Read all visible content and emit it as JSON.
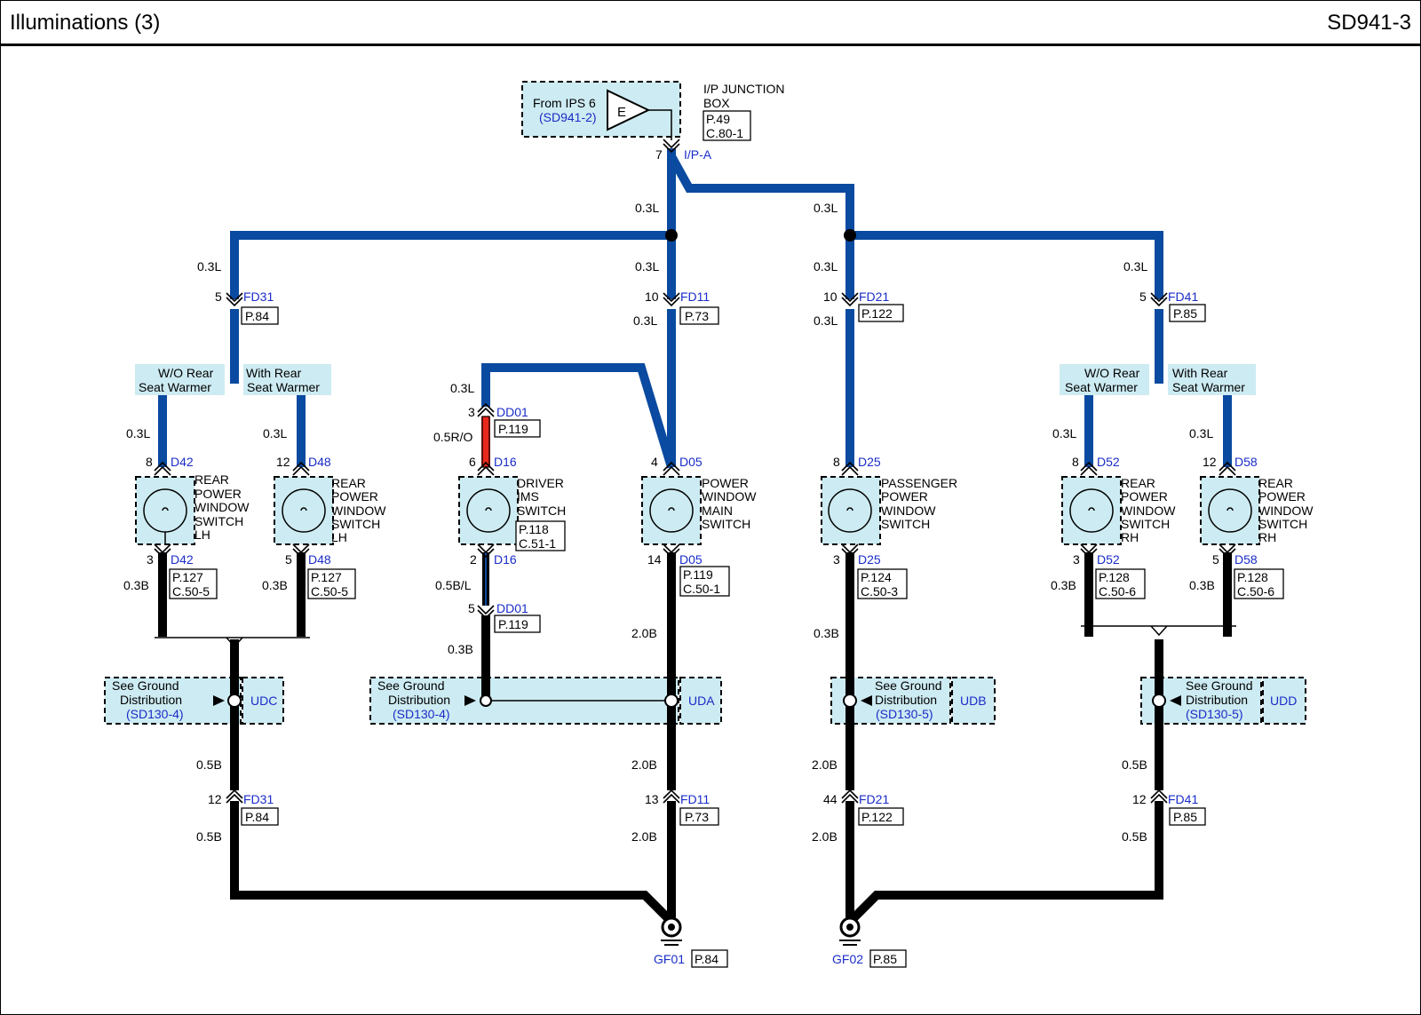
{
  "header": {
    "title": "Illuminations (3)",
    "code": "SD941-3"
  },
  "colors": {
    "wire_blue": "#0a4aa0",
    "wire_black": "#000000",
    "wire_red": "#e8281c",
    "component_fill": "#cdebf2",
    "label_blue": "#1a2cc8"
  },
  "source": {
    "text": "From IPS 6",
    "ref": "(SD941-2)",
    "fuse": "E",
    "name_line1": "I/P JUNCTION",
    "name_line2": "BOX",
    "page": "P.49",
    "conn": "C.80-1",
    "pin": "7",
    "connector": "I/P-A"
  },
  "wires": {
    "w03L": "0.3L",
    "w03B": "0.3B",
    "w05RO": "0.5R/O",
    "w05BL": "0.5B/L",
    "w20B": "2.0B",
    "w05B": "0.5B"
  },
  "variants": {
    "wo_line1": "W/O Rear",
    "wo_line2": "Seat Warmer",
    "with_line1": "With Rear",
    "with_line2": "Seat Warmer"
  },
  "connectors": {
    "fd31": {
      "name": "FD31",
      "pin_top": "5",
      "page": "P.84",
      "pin_bottom": "12"
    },
    "fd11": {
      "name": "FD11",
      "pin_top": "10",
      "page": "P.73",
      "pin_bottom": "13"
    },
    "fd21": {
      "name": "FD21",
      "pin_top": "10",
      "page": "P.122",
      "pin_bottom": "44"
    },
    "fd41": {
      "name": "FD41",
      "pin_top": "5",
      "page": "P.85",
      "pin_bottom": "12"
    },
    "dd01": {
      "name": "DD01",
      "pin_top": "3",
      "page": "P.119",
      "pin_bottom": "5"
    }
  },
  "components": {
    "d42": {
      "conn": "D42",
      "pin_in": "8",
      "pin_out": "3",
      "l1": "REAR",
      "l2": "POWER",
      "l3": "WINDOW",
      "l4": "SWITCH",
      "l5": "LH",
      "page": "P.127",
      "c": "C.50-5"
    },
    "d48": {
      "conn": "D48",
      "pin_in": "12",
      "pin_out": "5",
      "l1": "REAR",
      "l2": "POWER",
      "l3": "WINDOW",
      "l4": "SWITCH",
      "l5": "LH",
      "page": "P.127",
      "c": "C.50-5"
    },
    "d16": {
      "conn": "D16",
      "pin_in": "6",
      "pin_out": "2",
      "l1": "DRIVER",
      "l2": "IMS",
      "l3": "SWITCH",
      "page": "P.118",
      "c": "C.51-1"
    },
    "d05": {
      "conn": "D05",
      "pin_in": "4",
      "pin_out": "14",
      "l1": "POWER",
      "l2": "WINDOW",
      "l3": "MAIN",
      "l4": "SWITCH",
      "page": "P.119",
      "c": "C.50-1"
    },
    "d25": {
      "conn": "D25",
      "pin_in": "8",
      "pin_out": "3",
      "l1": "PASSENGER",
      "l2": "POWER",
      "l3": "WINDOW",
      "l4": "SWITCH",
      "page": "P.124",
      "c": "C.50-3"
    },
    "d52": {
      "conn": "D52",
      "pin_in": "8",
      "pin_out": "3",
      "l1": "REAR",
      "l2": "POWER",
      "l3": "WINDOW",
      "l4": "SWITCH",
      "l5": "RH",
      "page": "P.128",
      "c": "C.50-6"
    },
    "d58": {
      "conn": "D58",
      "pin_in": "12",
      "pin_out": "5",
      "l1": "REAR",
      "l2": "POWER",
      "l3": "WINDOW",
      "l4": "SWITCH",
      "l5": "RH",
      "page": "P.128",
      "c": "C.50-6"
    }
  },
  "ground_dist": {
    "l1": "See Ground",
    "l2": "Distribution",
    "udc": {
      "ref": "(SD130-4)",
      "tag": "UDC"
    },
    "uda": {
      "ref": "(SD130-4)",
      "tag": "UDA"
    },
    "udb": {
      "ref": "(SD130-5)",
      "tag": "UDB"
    },
    "udd": {
      "ref": "(SD130-5)",
      "tag": "UDD"
    }
  },
  "grounds": {
    "gf01": {
      "name": "GF01",
      "page": "P.84"
    },
    "gf02": {
      "name": "GF02",
      "page": "P.85"
    }
  }
}
